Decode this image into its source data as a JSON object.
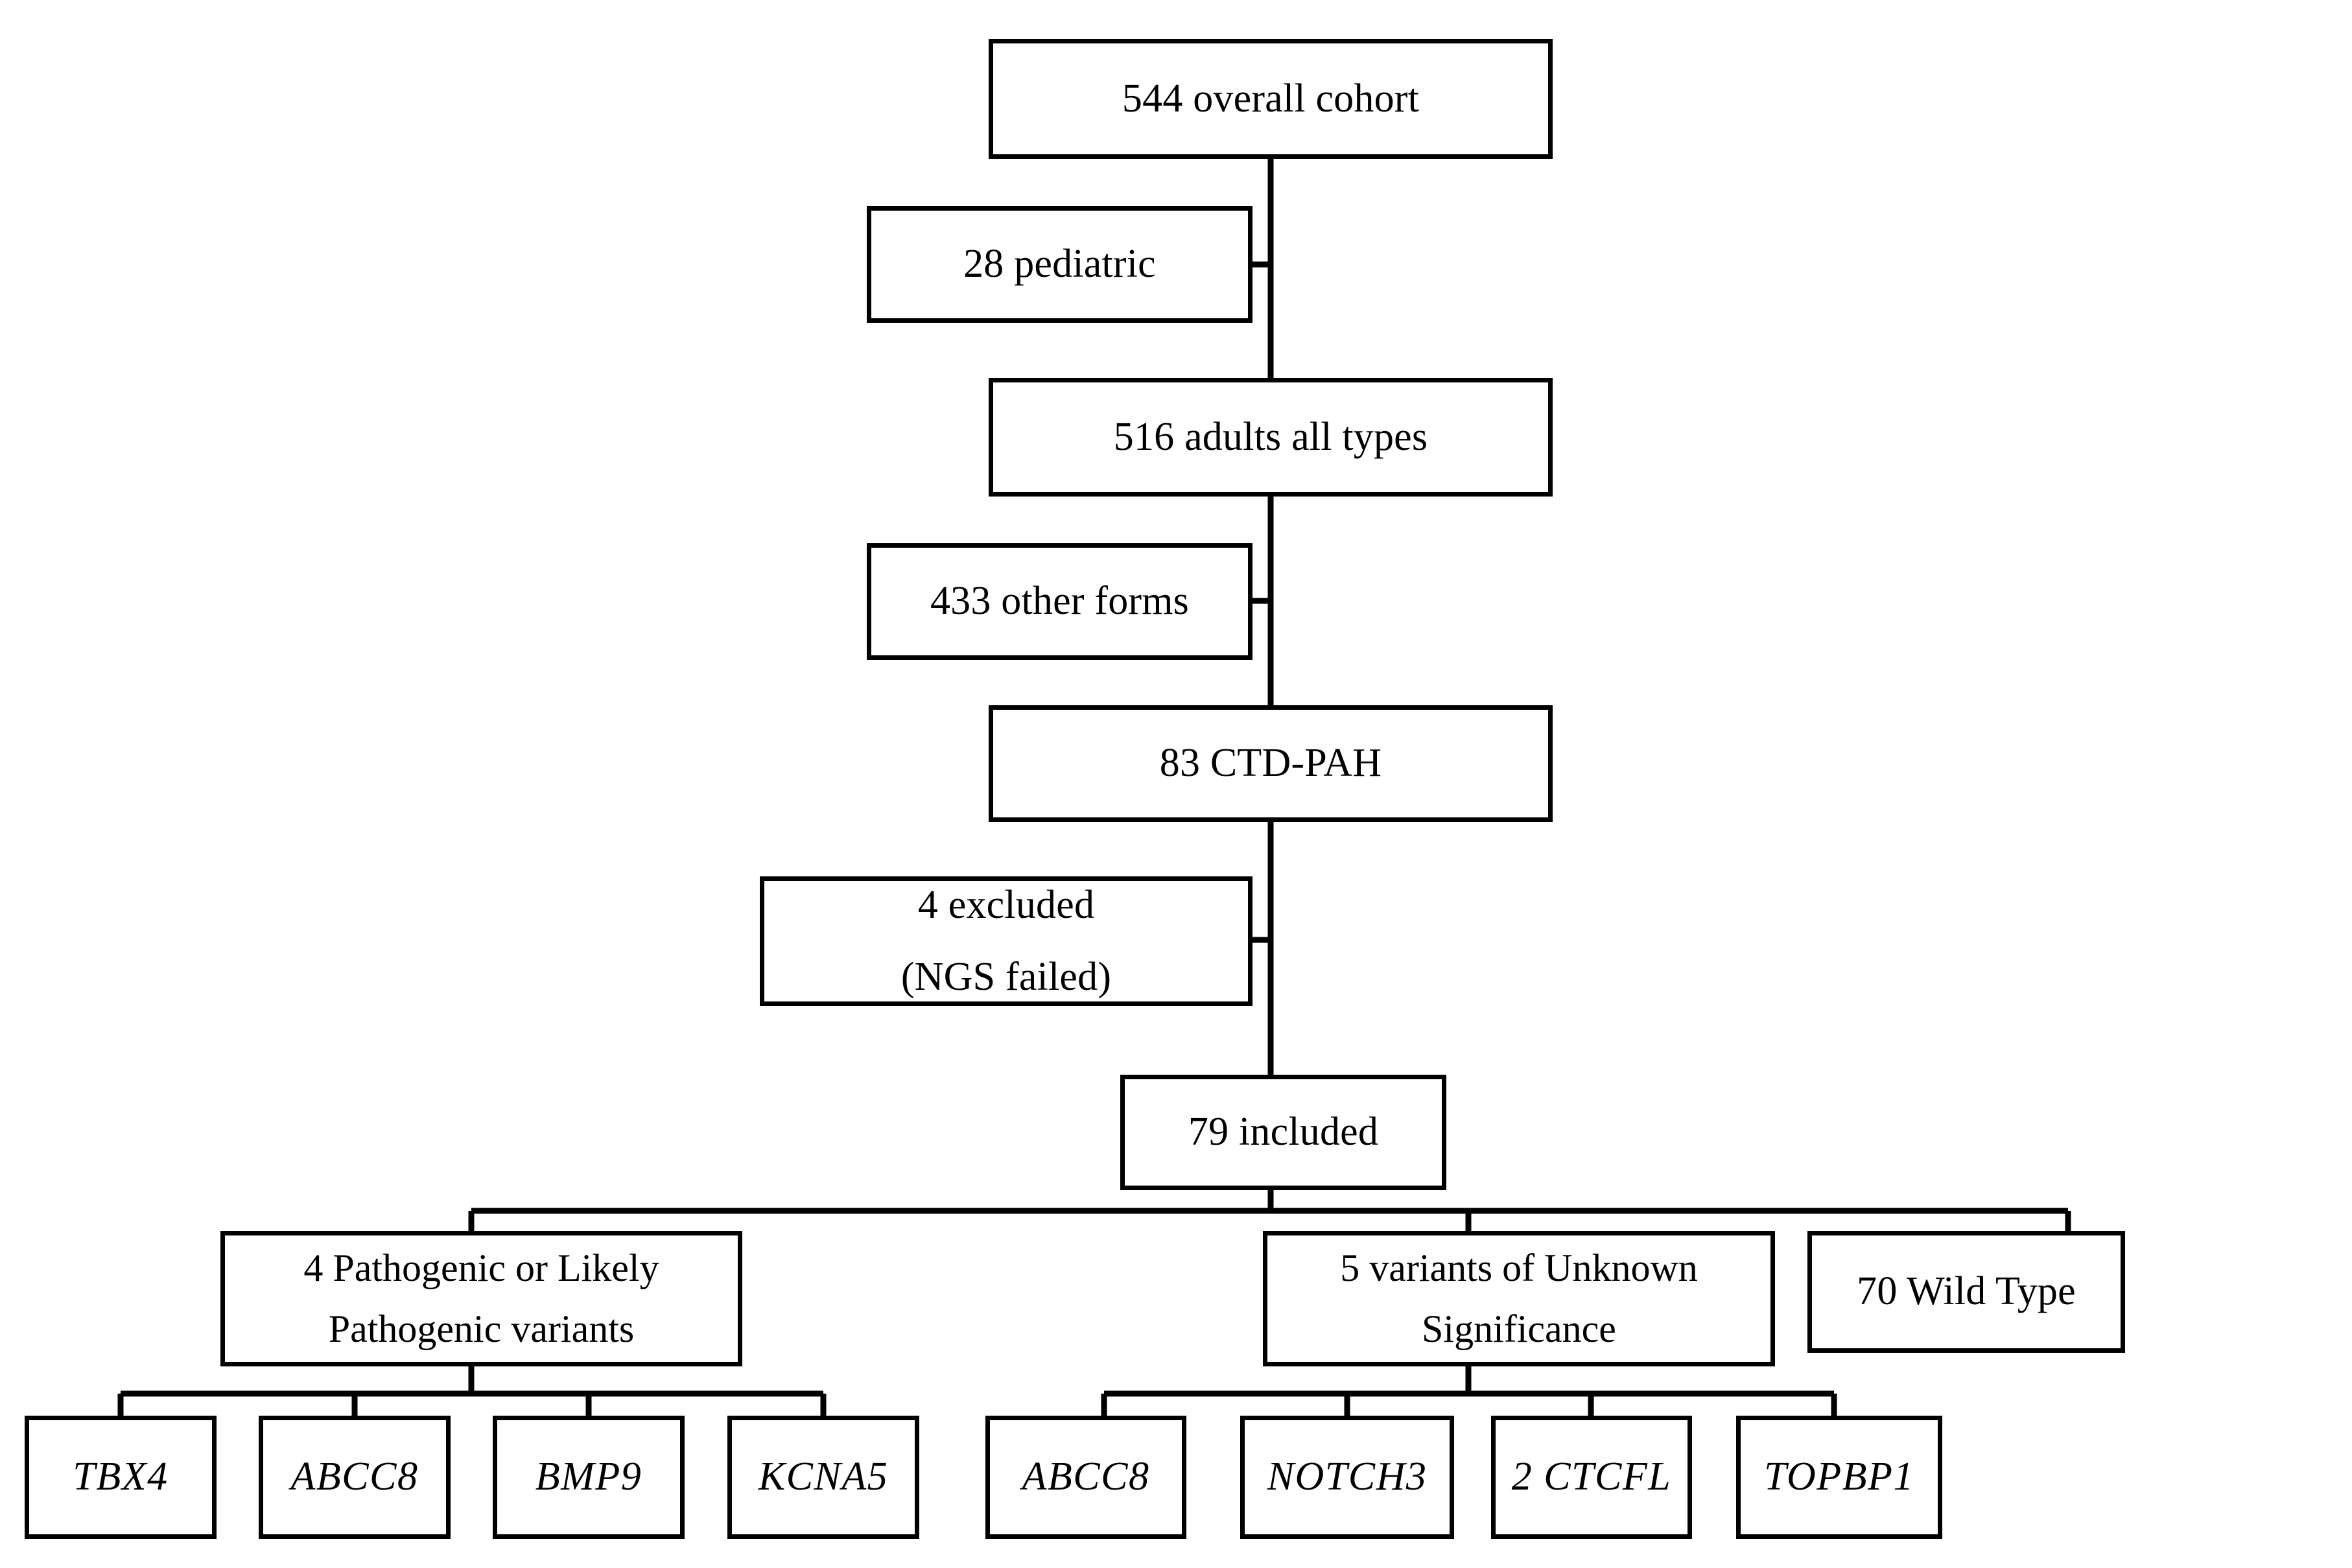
{
  "diagram": {
    "title": "CTD-PAH genetic screening cohort flowchart",
    "stroke_color": "#000000",
    "background_color": "#ffffff"
  },
  "nodes": {
    "overall_cohort": {
      "label": "544 overall cohort"
    },
    "pediatric": {
      "label": "28 pediatric"
    },
    "adults_all_types": {
      "label": "516 adults all types"
    },
    "other_forms": {
      "label": "433 other forms"
    },
    "ctd_pah": {
      "label": "83 CTD-PAH"
    },
    "excluded": {
      "line1": "4 excluded",
      "line2": "(NGS failed)"
    },
    "included": {
      "label": "79 included"
    },
    "pathogenic": {
      "line1": "4 Pathogenic or Likely",
      "line2": "Pathogenic variants"
    },
    "vus": {
      "line1": "5 variants of Unknown",
      "line2": "Significance"
    },
    "wild_type": {
      "label": "70 Wild Type"
    }
  },
  "pathogenic_genes": [
    {
      "label": "TBX4"
    },
    {
      "label": "ABCC8"
    },
    {
      "label": "BMP9"
    },
    {
      "label": "KCNA5"
    }
  ],
  "vus_genes": [
    {
      "label": "ABCC8"
    },
    {
      "label": "NOTCH3"
    },
    {
      "label": "2 CTCFL"
    },
    {
      "label": "TOPBP1"
    }
  ],
  "chart_data": {
    "type": "table",
    "title": "CTD-PAH cohort selection and genetic variant breakdown",
    "flow": [
      {
        "step": "overall cohort",
        "n": 544
      },
      {
        "step": "pediatric (removed)",
        "n": 28
      },
      {
        "step": "adults all types",
        "n": 516
      },
      {
        "step": "other forms (removed)",
        "n": 433
      },
      {
        "step": "CTD-PAH",
        "n": 83
      },
      {
        "step": "excluded (NGS failed)",
        "n": 4
      },
      {
        "step": "included",
        "n": 79
      }
    ],
    "outcomes": [
      {
        "category": "Pathogenic or Likely Pathogenic variants",
        "n": 4,
        "genes": [
          "TBX4",
          "ABCC8",
          "BMP9",
          "KCNA5"
        ]
      },
      {
        "category": "Variants of Unknown Significance",
        "n": 5,
        "genes": [
          "ABCC8",
          "NOTCH3",
          "2 CTCFL",
          "TOPBP1"
        ]
      },
      {
        "category": "Wild Type",
        "n": 70,
        "genes": []
      }
    ]
  }
}
